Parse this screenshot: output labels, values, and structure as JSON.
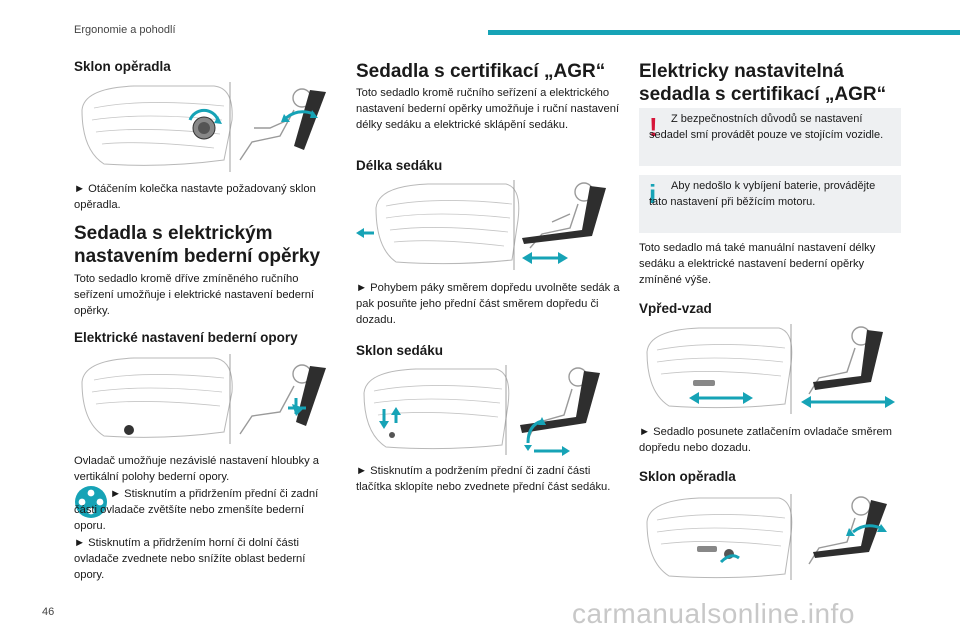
{
  "header": {
    "title": "Ergonomie a pohodlí"
  },
  "page_number": "46",
  "watermark": "carmanualsonline.info",
  "accent_color": "#16a3b6",
  "col1": {
    "h_recline": "Sklon opěradla",
    "p_recline": "► Otáčením kolečka nastavte požadovaný sklon opěradla.",
    "h_lumbar_line1": "Sedadla s elektrickým",
    "h_lumbar_line2": "nastavením bederní opěrky",
    "p_lumbar": "Toto sedadlo kromě dříve zmíněného ručního seřízení umožňuje i elektrické nastavení bederní opěrky.",
    "h_elec_lumbar": "Elektrické nastavení bederní opory",
    "p_ctrl1": "Ovladač umožňuje nezávislé nastavení hloubky a vertikální polohy bederní opory.",
    "p_ctrl2": "► Stisknutím a přidržením přední či zadní části ovladače zvětšíte nebo zmenšíte bederní oporu.",
    "p_ctrl3": "► Stisknutím a přidržením horní či dolní části ovladače zvednete nebo snížíte oblast bederní opory."
  },
  "col2": {
    "h_agr": "Sedadla s certifikací „AGR“",
    "p_agr": "Toto sedadlo kromě ručního seřízení a elektrického nastavení bederní opěrky umožňuje i ruční nastavení délky sedáku a elektrické sklápění sedáku.",
    "h_length": "Délka sedáku",
    "p_length": "► Pohybem páky směrem dopředu uvolněte sedák a pak posuňte jeho přední část směrem dopředu či dozadu.",
    "h_tilt": "Sklon sedáku",
    "p_tilt": "► Stisknutím a podržením přední či zadní části tlačítka sklopíte nebo zvednete přední část sedáku."
  },
  "col3": {
    "h_eagr_line1": "Elektricky nastavitelná",
    "h_eagr_line2": "sedadla s certifikací „AGR“",
    "warn_icon": "!",
    "warn_text": "Z bezpečnostních důvodů se nastavení sedadel smí provádět pouze ve stojícím vozidle.",
    "info_icon": "i",
    "info_text": "Aby nedošlo k vybíjení baterie, provádějte tato nastavení při běžícím motoru.",
    "p_manual": "Toto sedadlo má také manuální nastavení délky sedáku a elektrické nastavení bederní opěrky zmíněné výše.",
    "h_fwd": "Vpřed-vzad",
    "p_fwd": "► Sedadlo posunete zatlačením ovladače směrem dopředu nebo dozadu.",
    "h_recline": "Sklon opěradla"
  }
}
